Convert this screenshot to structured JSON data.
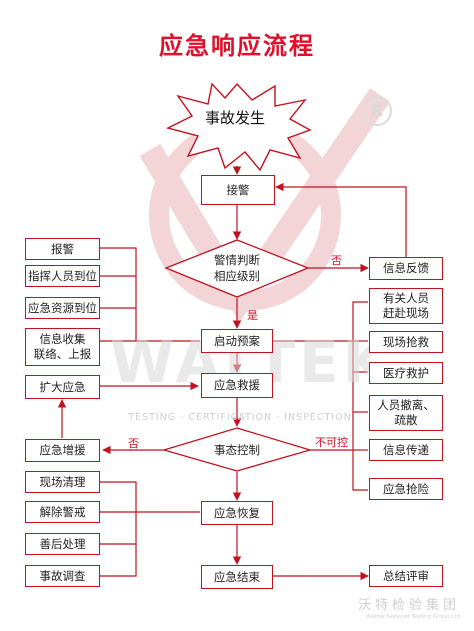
{
  "title": "应急响应流程",
  "start": "事故发生",
  "nodes": {
    "receive_alarm": "接警",
    "judge_line1": "警情判断",
    "judge_line2": "相应级别",
    "activate_plan": "启动预案",
    "emergency_rescue": "应急救援",
    "situation_control": "事态控制",
    "emergency_recovery": "应急恢复",
    "emergency_end": "应急结束"
  },
  "left_boxes": {
    "report_alarm": "报警",
    "commander_arrive": "指挥人员到位",
    "resources_arrive": "应急资源到位",
    "info_collect_line1": "信息收集",
    "info_collect_line2": "联络、上报",
    "expand_response": "扩大应急",
    "increase_rescue": "应急增援",
    "site_cleanup": "现场清理",
    "lift_alert": "解除警戒",
    "aftermath": "善后处理",
    "accident_investigation": "事故调查"
  },
  "right_boxes": {
    "info_feedback": "信息反馈",
    "personnel_line1": "有关人员",
    "personnel_line2": "赶赴现场",
    "site_rescue": "现场抢救",
    "medical_aid": "医疗救护",
    "evacuate_line1": "人员撤离、",
    "evacuate_line2": "疏散",
    "info_transfer": "信息传递",
    "emergency_repair": "应急抢险",
    "summary_review": "总结评审"
  },
  "edge_labels": {
    "no": "否",
    "yes": "是",
    "no_control": "否",
    "uncontrollable": "不可控"
  },
  "watermark": {
    "word": "WALTEK",
    "sub": "TESTING · CERTIFICATION · INSPECTION",
    "mark": "R"
  },
  "footer": {
    "cn": "沃特检验集团",
    "en": "Waltek Services Testing Group Ltd"
  },
  "colors": {
    "accent": "#e0102a",
    "line": "#c1121f",
    "watermark": "#e8b3b8"
  }
}
